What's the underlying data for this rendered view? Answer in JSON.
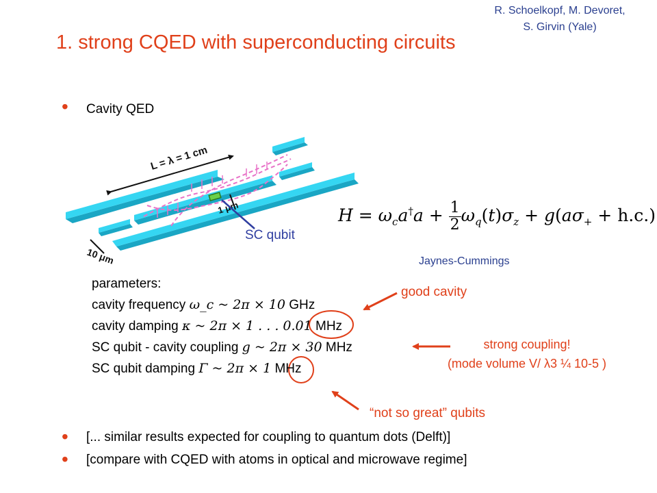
{
  "credit": {
    "line1": "R. Schoelkopf, M. Devoret,",
    "line2": "S. Girvin (Yale)"
  },
  "title": "1. strong CQED with superconducting circuits",
  "bullets": [
    "Cavity QED",
    "[... similar results expected for coupling to quantum dots (Delft)]",
    "[compare with CQED with atoms in optical and microwave regime]"
  ],
  "diagram": {
    "length_label": "L = λ = 1 cm",
    "width_label": "10 μm",
    "gap_label": "1 μm",
    "qubit_label": "SC qubit"
  },
  "hamiltonian": {
    "lhs": "H = ω",
    "label": "Jaynes-Cummings"
  },
  "parameters": {
    "heading": "parameters:",
    "rows": [
      {
        "label": "cavity frequency",
        "math": "ω_c ~ 2π × 10",
        "unit": "GHz"
      },
      {
        "label": "cavity damping",
        "math": "κ ~ 2π × 1 . . . 0.01",
        "unit": "MHz"
      },
      {
        "label": "SC qubit - cavity coupling",
        "math": "g ~ 2π × 30",
        "unit": "MHz"
      },
      {
        "label": "SC qubit damping",
        "math": "Γ ~ 2π × 1",
        "unit": "MHz"
      }
    ]
  },
  "annotations": {
    "good_cavity": "good cavity",
    "strong_coupling": "strong coupling!",
    "mode_volume": "(mode volume V/ λ3 ¼ 10-5 )",
    "not_so_great": "“not so great” qubits"
  },
  "colors": {
    "accent": "#e0401a",
    "credit": "#2a3f8f",
    "strip": "#35d6f2"
  }
}
